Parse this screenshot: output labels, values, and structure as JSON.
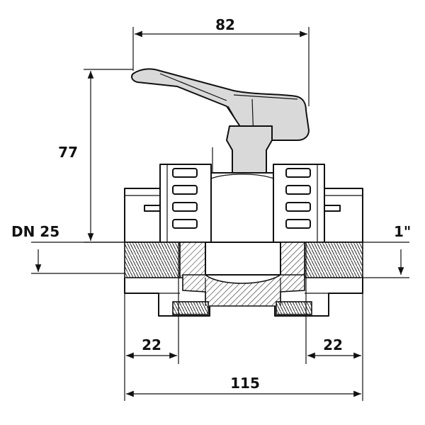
{
  "dimensions": {
    "width_top": "82",
    "height_left": "77",
    "nominal_size": "DN 25",
    "thread_size": "1\"",
    "socket_left": "22",
    "socket_right": "22",
    "overall_length": "115"
  },
  "colors": {
    "line": "#111111",
    "handle_fill": "#d9d9d9",
    "background": "#ffffff"
  }
}
